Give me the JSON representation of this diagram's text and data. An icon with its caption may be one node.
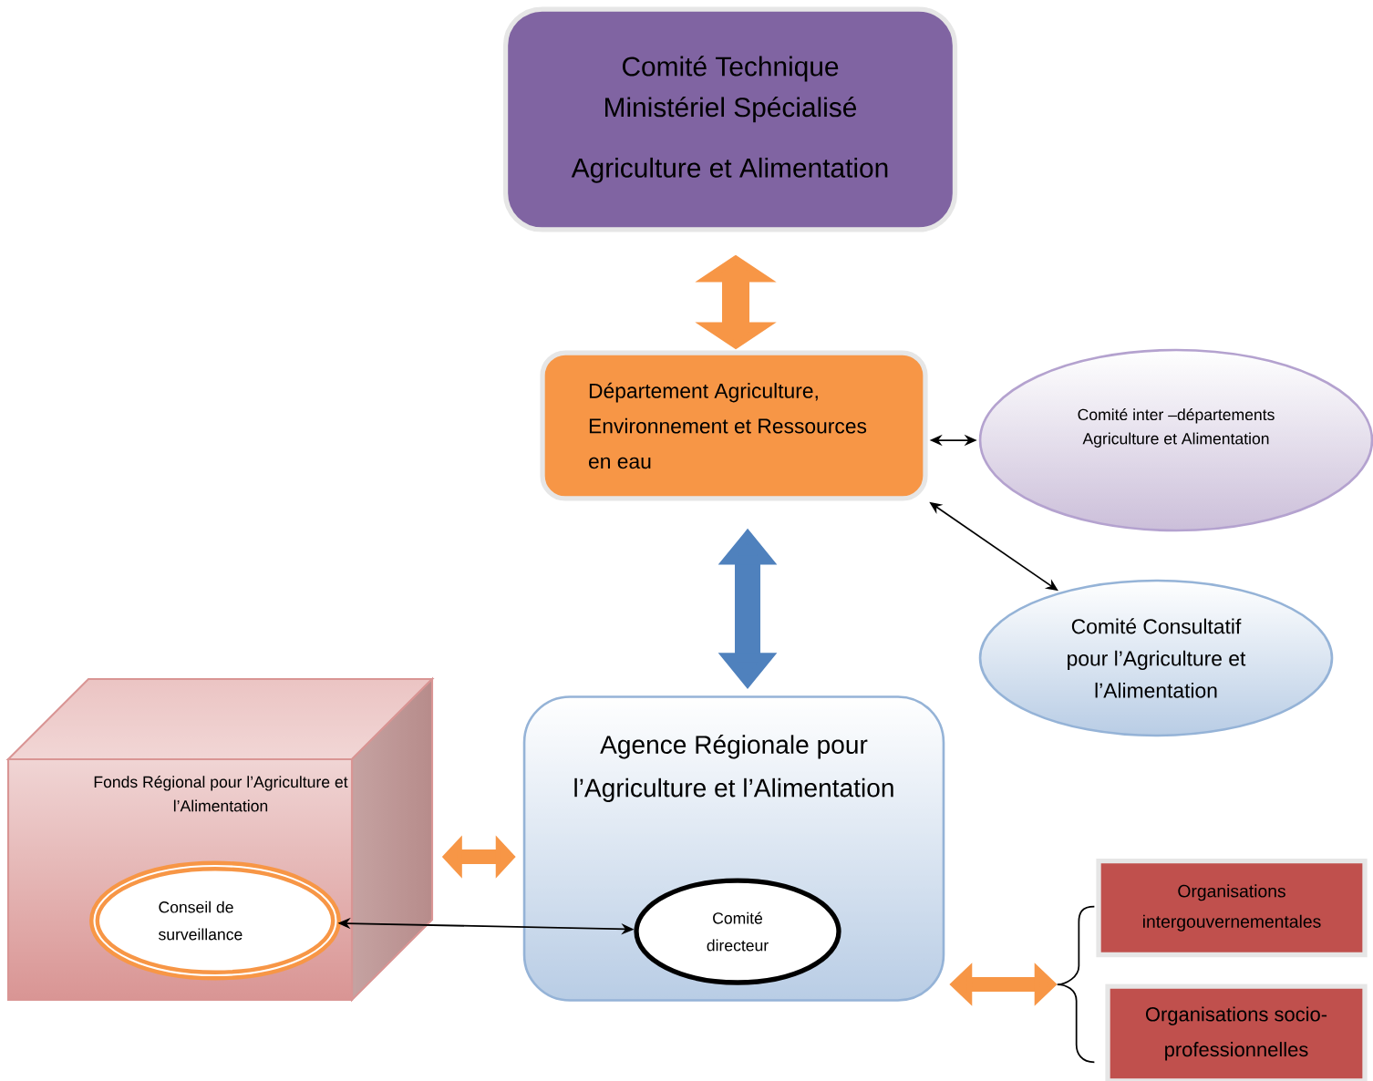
{
  "diagram": {
    "nodes": [
      {
        "text": [
          "Comité Technique Ministériel Spécialisé",
          "Agriculture et Alimentation"
        ]
      },
      {
        "text": [
          "Département Agriculture, Environnement et Ressources en eau"
        ]
      },
      {
        "text": [
          "Comité inter –départements Agriculture et Alimentation"
        ]
      },
      {
        "text": [
          "Comité Consultatif pour l’Agriculture et l’Alimentation"
        ]
      },
      {
        "text": [
          "Fonds Régional pour l’Agriculture et l’Alimentation"
        ]
      },
      {
        "text": [
          "Conseil de surveillance"
        ],
        "in": 4
      },
      {
        "text": [
          "Agence Régionale pour l’Agriculture et l’Alimentation"
        ]
      },
      {
        "text": [
          "Comité directeur"
        ],
        "in": 6
      },
      {
        "text": [],
        "shape": "brace"
      },
      {
        "text": [
          "Organisations intergouvernementales"
        ]
      },
      {
        "text": [
          "Organisations socio-professionnelles"
        ]
      }
    ],
    "edges": [
      {
        "from": 0,
        "to": 1,
        "arrow": "both",
        "style": "thick",
        "color": "#f79646"
      },
      {
        "from": 1,
        "to": 6,
        "arrow": "both",
        "color": "#4f81bd"
      },
      {
        "from": 1,
        "to": 2,
        "arrow": "both",
        "color": "#000000"
      },
      {
        "from": 1,
        "to": 3,
        "arrow": "both",
        "color": "#000000"
      },
      {
        "from": 4,
        "to": 6,
        "arrow": "both",
        "color": "#f79646"
      },
      {
        "from": 5,
        "to": 7,
        "arrow": "both",
        "color": "#000000"
      },
      {
        "from": 6,
        "to": 8,
        "arrow": "both",
        "color": "#f79646"
      }
    ]
  }
}
